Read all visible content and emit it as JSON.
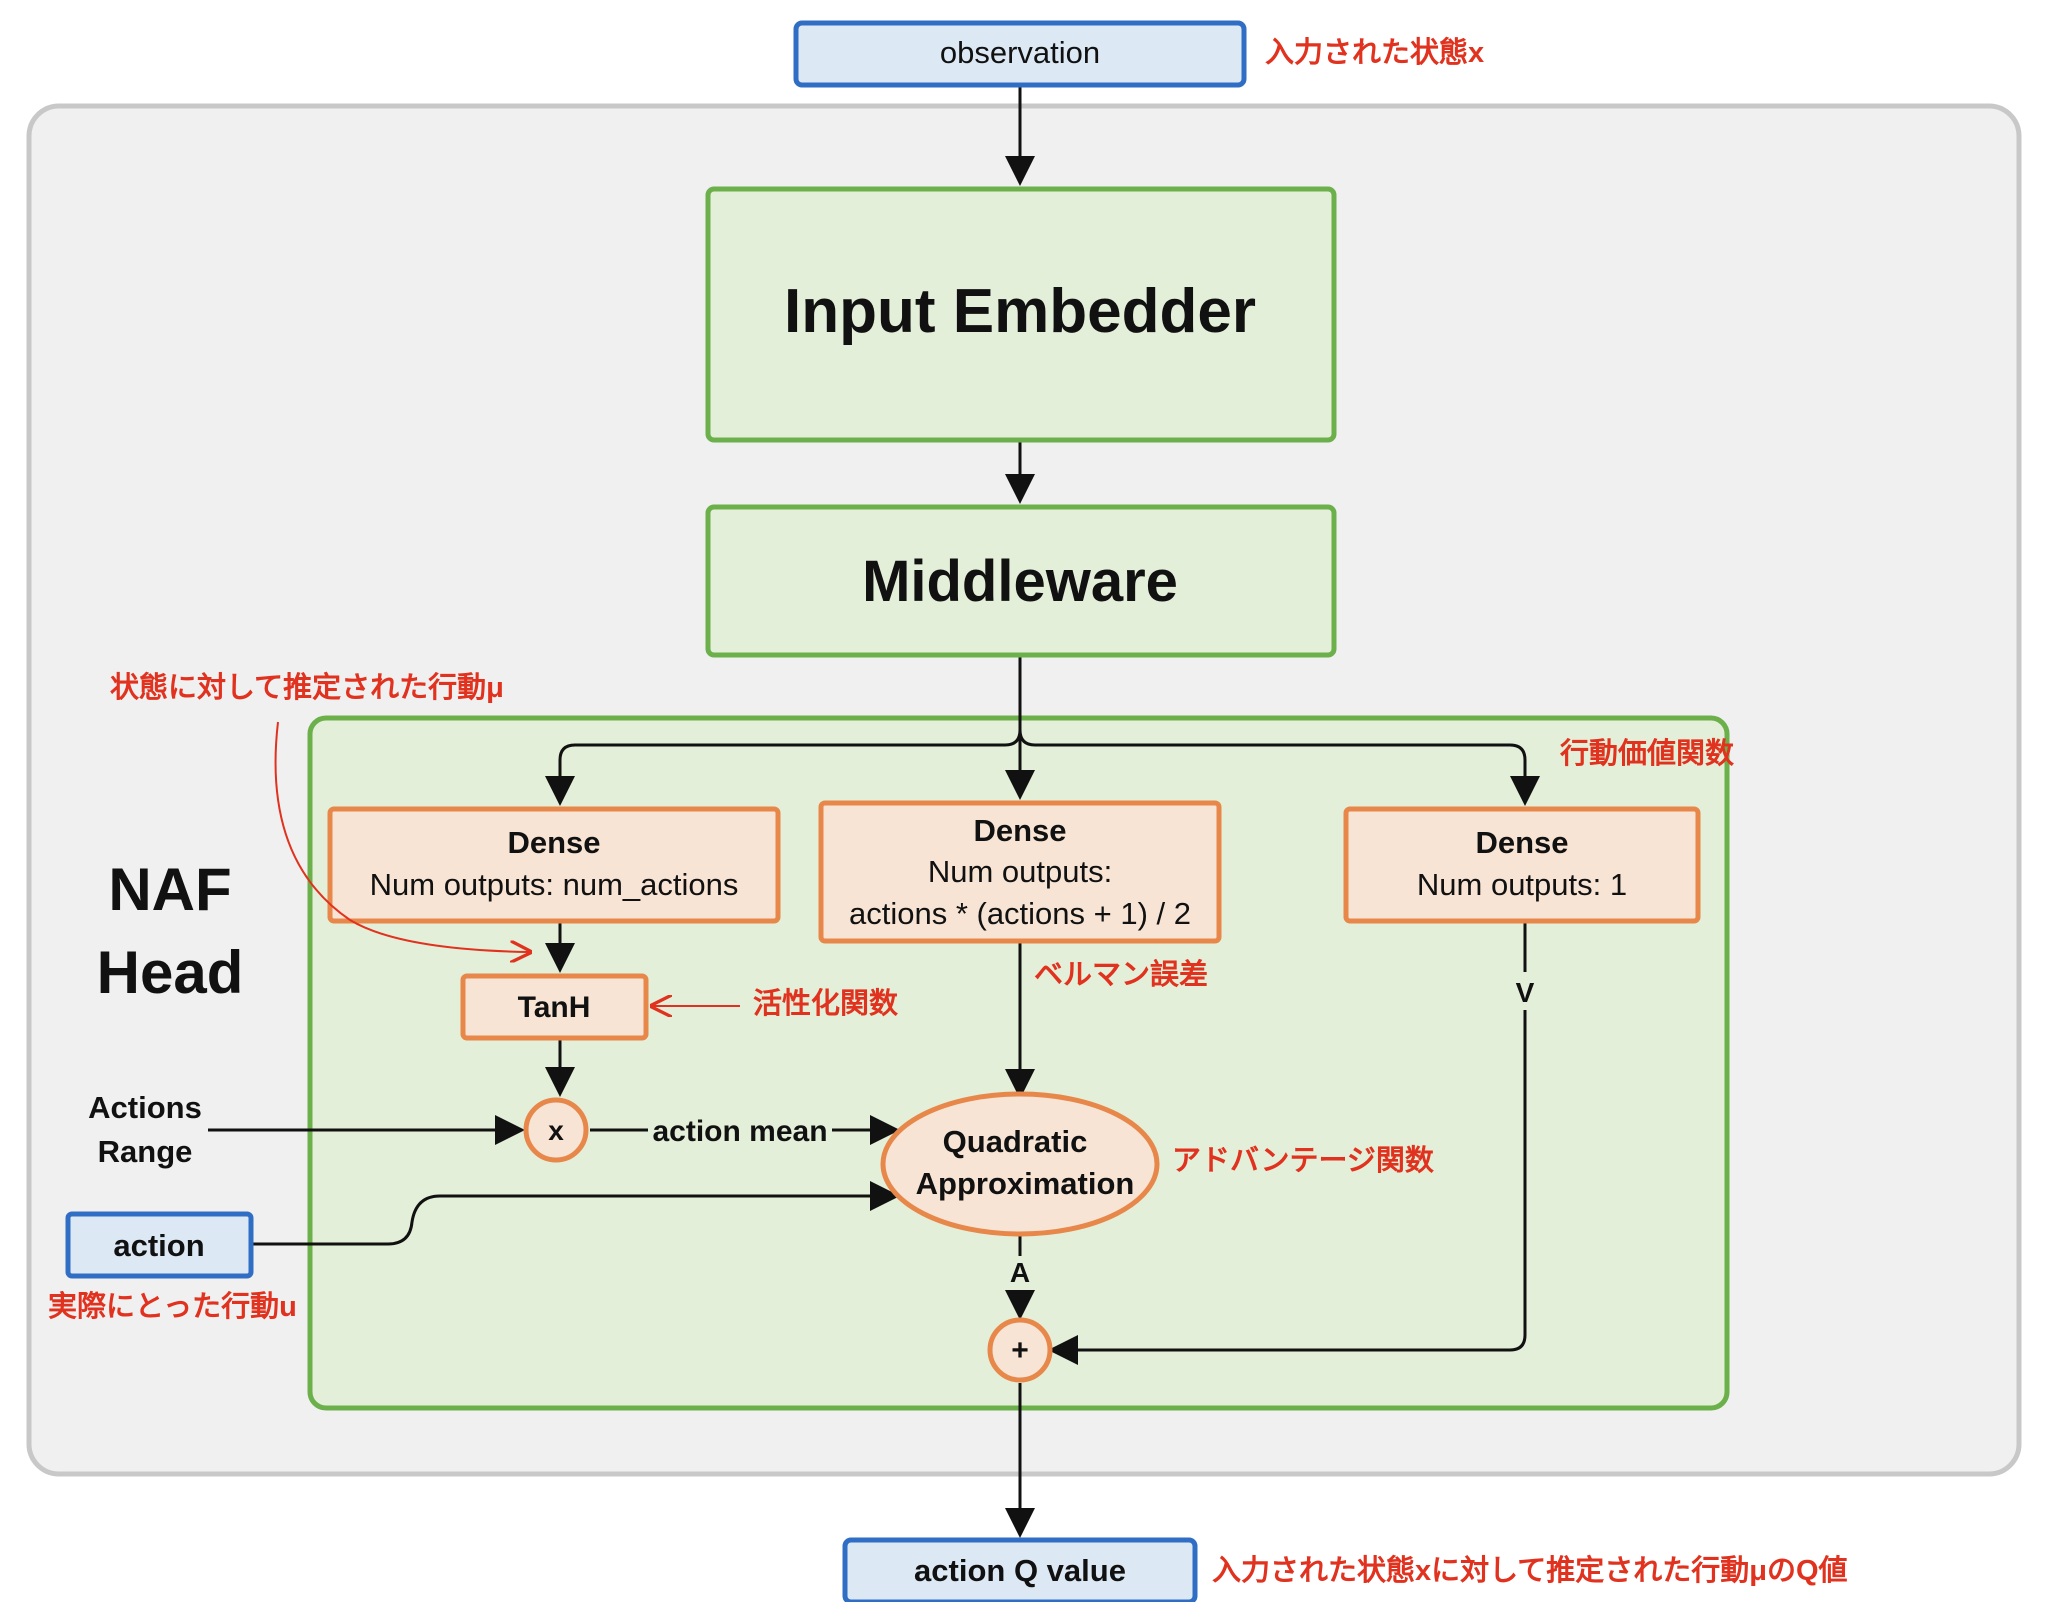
{
  "nodes": {
    "observation": "observation",
    "input_embedder": "Input Embedder",
    "middleware": "Middleware",
    "head_title_line1": "NAF",
    "head_title_line2": "Head",
    "dense_left_title": "Dense",
    "dense_left_sub": "Num outputs: num_actions",
    "dense_mid_title": "Dense",
    "dense_mid_sub1": "Num outputs:",
    "dense_mid_sub2": "actions * (actions + 1) / 2",
    "dense_right_title": "Dense",
    "dense_right_sub": "Num outputs: 1",
    "tanh": "TanH",
    "multiply": "x",
    "quadratic_line1": "Quadratic",
    "quadratic_line2": "Approximation",
    "plus": "+",
    "actions_range_line1": "Actions",
    "actions_range_line2": "Range",
    "action": "action",
    "action_q_value": "action Q value"
  },
  "edge_labels": {
    "action_mean": "action mean",
    "v": "V",
    "a": "A"
  },
  "annotations": {
    "observation_note": "入力された状態x",
    "mu_note": "状態に対して推定された行動μ",
    "value_note": "行動価値関数",
    "activation_note": "活性化関数",
    "bellman_note": "ベルマン誤差",
    "advantage_note": "アドバンテージ関数",
    "actual_action_note": "実際にとった行動u",
    "q_note": "入力された状態xに対して推定された行動μのQ値"
  },
  "colors": {
    "blue_fill": "#dce9f5",
    "blue_stroke": "#2f6ec4",
    "green_fill": "#e3efd8",
    "green_stroke": "#6bb04a",
    "orange_fill": "#f7e4d4",
    "orange_stroke": "#e8874a",
    "outer_fill": "#f0f0f0",
    "outer_stroke": "#c8c8c8",
    "annotation_red": "#e0321e"
  }
}
